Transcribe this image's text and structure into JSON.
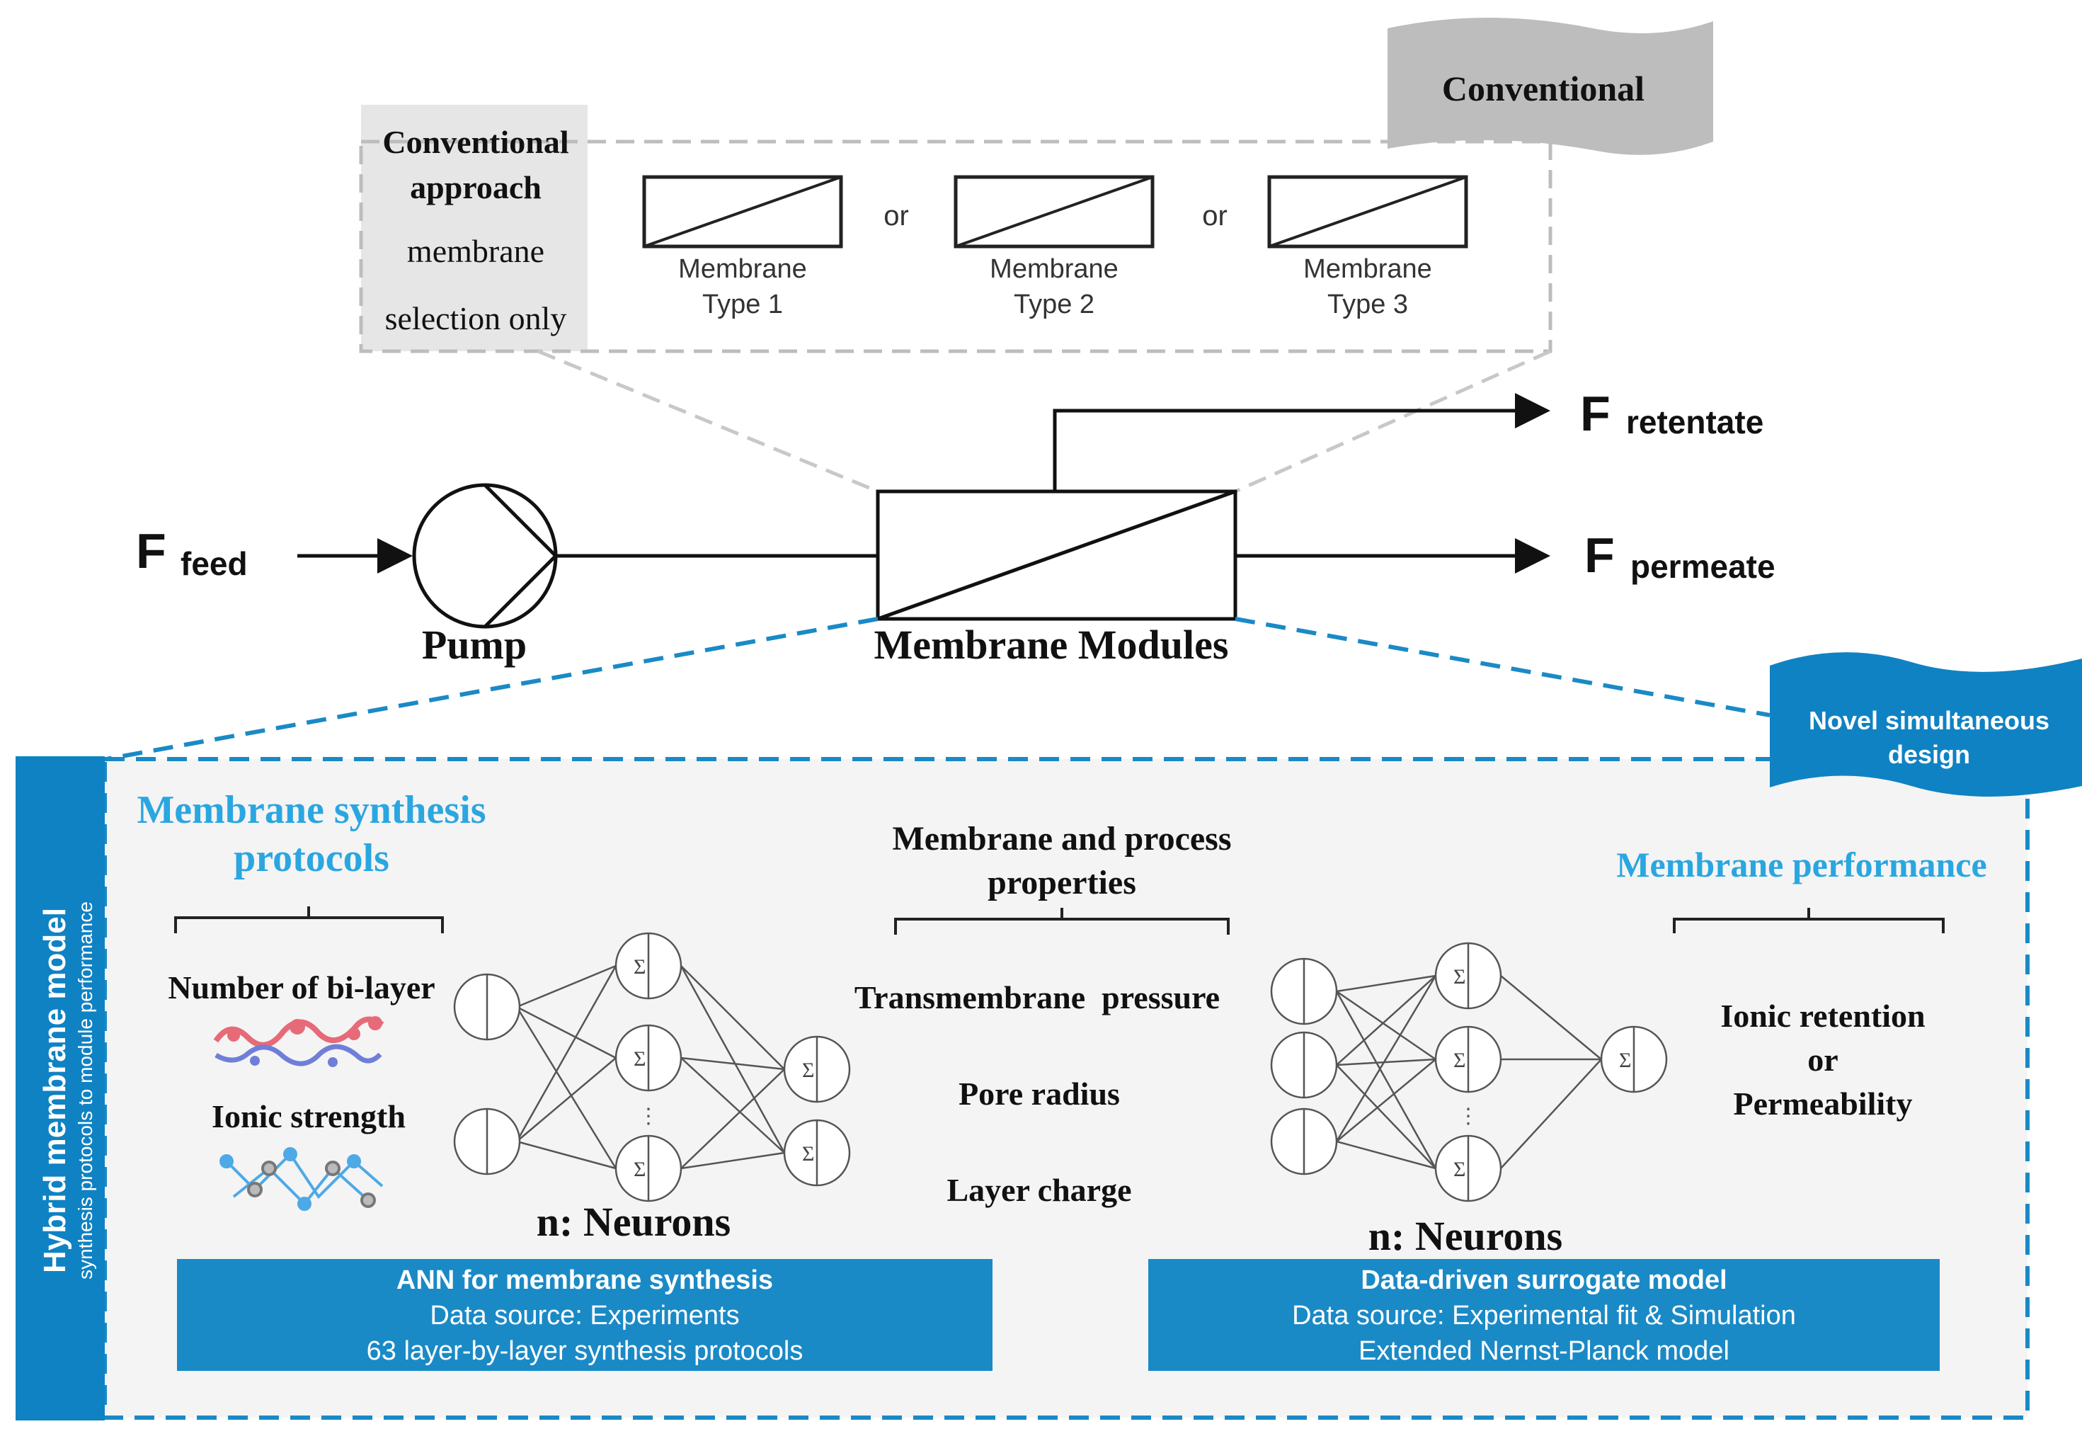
{
  "conventional": {
    "banner": "Conventional",
    "approach_lines": [
      "Conventional",
      "approach",
      "membrane",
      "selection only"
    ],
    "or_label": "or",
    "types": [
      {
        "line1": "Membrane",
        "line2": "Type 1"
      },
      {
        "line1": "Membrane",
        "line2": "Type 2"
      },
      {
        "line1": "Membrane",
        "line2": "Type 3"
      }
    ]
  },
  "process": {
    "feed": {
      "main": "F",
      "sub": "feed"
    },
    "retentate": {
      "main": "F",
      "sub": "retentate"
    },
    "permeate": {
      "main": "F",
      "sub": "permeate"
    },
    "pump_label": "Pump",
    "modules_label": "Membrane Modules"
  },
  "novel": {
    "banner_lines": [
      "Novel simultaneous",
      "design"
    ],
    "side_title": "Hybrid membrane model",
    "side_subtitle": "synthesis protocols to module performance",
    "synthesis_title": [
      "Membrane synthesis",
      "protocols"
    ],
    "synthesis_items": [
      "Number of bi-layer",
      "Ionic strength"
    ],
    "properties_title": [
      "Membrane and process",
      "properties"
    ],
    "properties_items": [
      "Transmembrane  pressure",
      "Pore radius",
      "Layer charge"
    ],
    "performance_title": "Membrane performance",
    "performance_items": [
      "Ionic retention",
      "or",
      "Permeability"
    ],
    "neurons_label": "n: Neurons",
    "ann_box": {
      "title": "ANN for membrane synthesis",
      "line1": "Data source: Experiments",
      "line2": "63 layer-by-layer synthesis protocols"
    },
    "surrogate_box": {
      "title": "Data-driven surrogate model",
      "line1": "Data source: Experimental fit & Simulation",
      "line2": "Extended Nernst-Planck model"
    }
  },
  "colors": {
    "accent_blue": "#1a8ac6",
    "banner_blue": "#0f82c3",
    "title_blue": "#2aa6e0",
    "grey_panel": "#e6e6e6",
    "banner_grey": "#bdbdbd"
  }
}
